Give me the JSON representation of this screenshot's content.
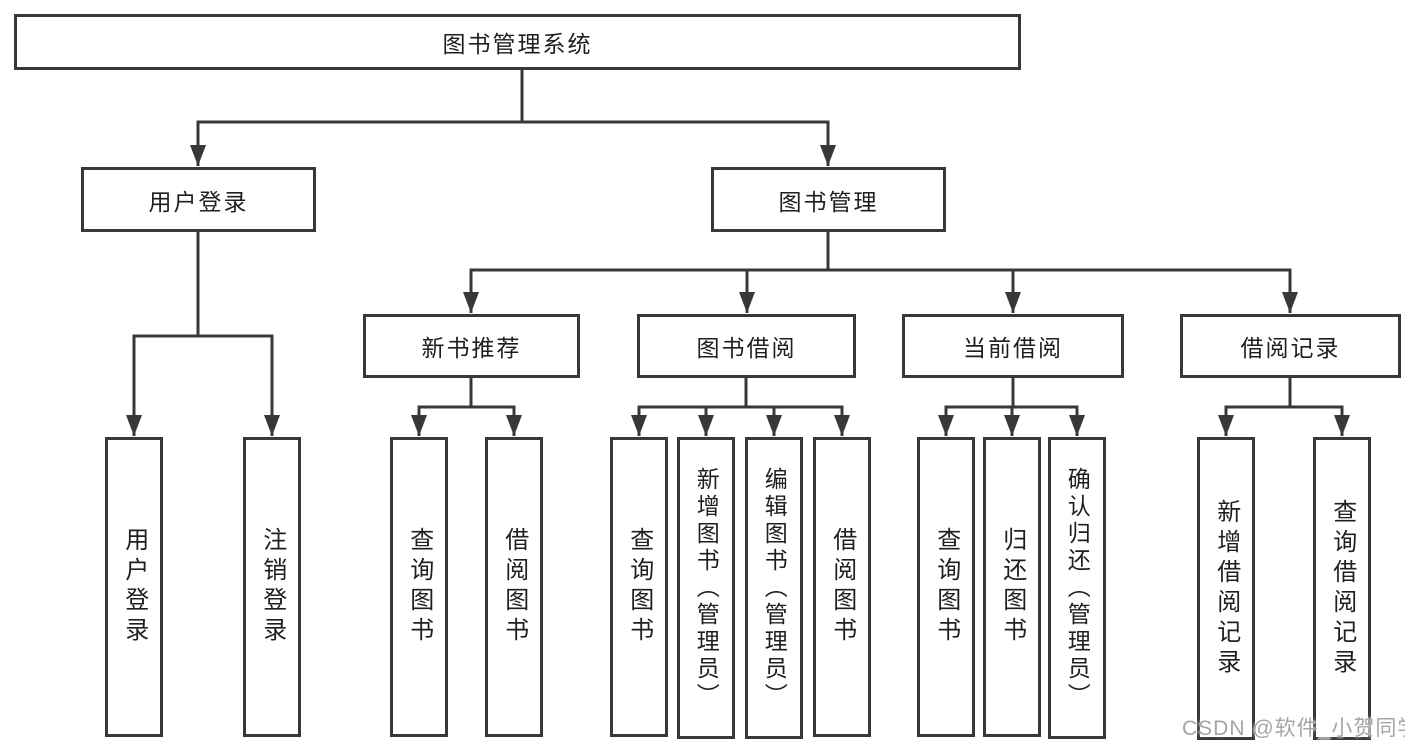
{
  "diagram": {
    "root": {
      "label": "图书管理系统"
    },
    "user_login": {
      "label": "用户登录",
      "children": [
        {
          "label": "用户登录"
        },
        {
          "label": "注销登录"
        }
      ]
    },
    "book_management": {
      "label": "图书管理",
      "sections": [
        {
          "label": "新书推荐",
          "children": [
            {
              "label": "查询图书"
            },
            {
              "label": "借阅图书"
            }
          ]
        },
        {
          "label": "图书借阅",
          "children": [
            {
              "label": "查询图书"
            },
            {
              "label": "新增图书（管理员）"
            },
            {
              "label": "编辑图书（管理员）"
            },
            {
              "label": "借阅图书"
            }
          ]
        },
        {
          "label": "当前借阅",
          "children": [
            {
              "label": "查询图书"
            },
            {
              "label": "归还图书"
            },
            {
              "label": "确认归还（管理员）"
            }
          ]
        },
        {
          "label": "借阅记录",
          "children": [
            {
              "label": "新增借阅记录"
            },
            {
              "label": "查询借阅记录"
            }
          ]
        }
      ]
    },
    "watermark": {
      "label": "CSDN @软件_小贺同学"
    },
    "colors": {
      "line": "#383838",
      "text": "#1f1f1f",
      "watermark": "#a5a5a5",
      "background": "#ffffff"
    }
  }
}
